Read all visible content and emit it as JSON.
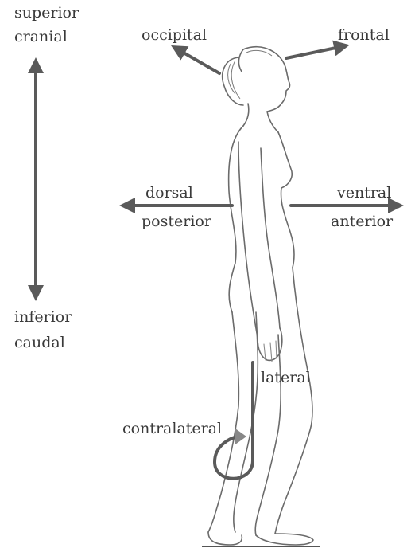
{
  "labels": {
    "superior": "superior",
    "cranial": "cranial",
    "inferior": "inferior",
    "caudal": "caudal",
    "occipital": "occipital",
    "frontal": "frontal",
    "dorsal": "dorsal",
    "posterior": "posterior",
    "ventral": "ventral",
    "anterior": "anterior",
    "lateral": "lateral",
    "contralateral": "contralateral"
  },
  "colors": {
    "arrow": "#5a5a5a",
    "text": "#3a3a3a",
    "figure_outline": "#6b6b6b",
    "contralateral_arrow": "#888888"
  }
}
